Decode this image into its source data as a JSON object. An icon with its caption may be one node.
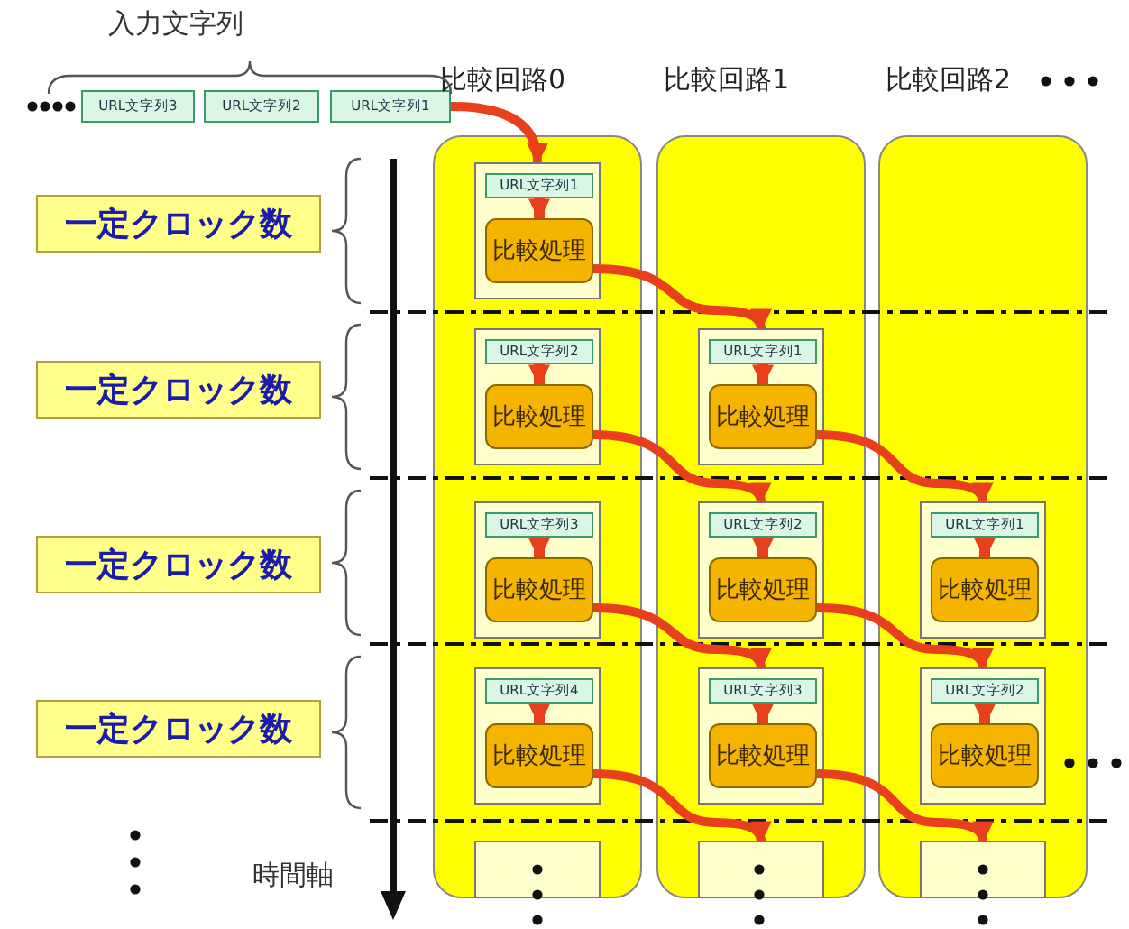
{
  "diagram": {
    "nodes": [
      {
        "text": [
          "URL文字列3"
        ]
      },
      {
        "text": [
          "URL文字列2"
        ]
      },
      {
        "text": [
          "URL文字列1"
        ]
      },
      {
        "text": [
          "一定クロック数"
        ]
      },
      {
        "text": [
          "一定クロック数"
        ]
      },
      {
        "text": [
          "一定クロック数"
        ]
      },
      {
        "text": [
          "一定クロック数"
        ]
      },
      {
        "text": [
          "比較回路0"
        ]
      },
      {
        "text": [],
        "shape": "box",
        "in": 7
      },
      {
        "text": [
          "URL文字列1"
        ],
        "in": 8
      },
      {
        "text": [
          "比較処理"
        ],
        "in": 8
      },
      {
        "text": [],
        "shape": "box",
        "in": 7
      },
      {
        "text": [
          "URL文字列2"
        ],
        "in": 11
      },
      {
        "text": [
          "比較処理"
        ],
        "in": 11
      },
      {
        "text": [],
        "shape": "box",
        "in": 7
      },
      {
        "text": [
          "URL文字列3"
        ],
        "in": 14
      },
      {
        "text": [
          "比較処理"
        ],
        "in": 14
      },
      {
        "text": [],
        "shape": "box",
        "in": 7
      },
      {
        "text": [
          "URL文字列4"
        ],
        "in": 17
      },
      {
        "text": [
          "比較処理"
        ],
        "in": 17
      },
      {
        "text": [],
        "shape": "box",
        "in": 7
      },
      {
        "text": [
          "比較回路1"
        ]
      },
      {
        "text": [],
        "shape": "box",
        "in": 21
      },
      {
        "text": [
          "URL文字列1"
        ],
        "in": 22
      },
      {
        "text": [
          "比較処理"
        ],
        "in": 22
      },
      {
        "text": [],
        "shape": "box",
        "in": 21
      },
      {
        "text": [
          "URL文字列2"
        ],
        "in": 25
      },
      {
        "text": [
          "比較処理"
        ],
        "in": 25
      },
      {
        "text": [],
        "shape": "box",
        "in": 21
      },
      {
        "text": [
          "URL文字列3"
        ],
        "in": 28
      },
      {
        "text": [
          "比較処理"
        ],
        "in": 28
      },
      {
        "text": [],
        "shape": "box",
        "in": 21
      },
      {
        "text": [
          "比較回路2"
        ]
      },
      {
        "text": [],
        "shape": "box",
        "in": 32
      },
      {
        "text": [
          "URL文字列1"
        ],
        "in": 33
      },
      {
        "text": [
          "比較処理"
        ],
        "in": 33
      },
      {
        "text": [],
        "shape": "box",
        "in": 32
      },
      {
        "text": [
          "URL文字列2"
        ],
        "in": 36
      },
      {
        "text": [
          "比較処理"
        ],
        "in": 36
      },
      {
        "text": [],
        "shape": "box",
        "in": 32
      }
    ],
    "edges": [
      {
        "from": 2,
        "to": 8,
        "arrow": "to"
      },
      {
        "from": 9,
        "to": 10,
        "arrow": "to"
      },
      {
        "from": 12,
        "to": 13,
        "arrow": "to"
      },
      {
        "from": 15,
        "to": 16,
        "arrow": "to"
      },
      {
        "from": 18,
        "to": 19,
        "arrow": "to"
      },
      {
        "from": 23,
        "to": 24,
        "arrow": "to"
      },
      {
        "from": 26,
        "to": 27,
        "arrow": "to"
      },
      {
        "from": 29,
        "to": 30,
        "arrow": "to"
      },
      {
        "from": 34,
        "to": 35,
        "arrow": "to"
      },
      {
        "from": 37,
        "to": 38,
        "arrow": "to"
      },
      {
        "from": 10,
        "to": 22,
        "arrow": "to"
      },
      {
        "from": 13,
        "to": 25,
        "arrow": "to"
      },
      {
        "from": 16,
        "to": 28,
        "arrow": "to"
      },
      {
        "from": 19,
        "to": 31,
        "arrow": "to"
      },
      {
        "from": 24,
        "to": 33,
        "arrow": "to"
      },
      {
        "from": 27,
        "to": 36,
        "arrow": "to"
      },
      {
        "from": 30,
        "to": 39,
        "arrow": "to"
      }
    ],
    "labels": [
      "入力文字列",
      "時間軸"
    ]
  }
}
